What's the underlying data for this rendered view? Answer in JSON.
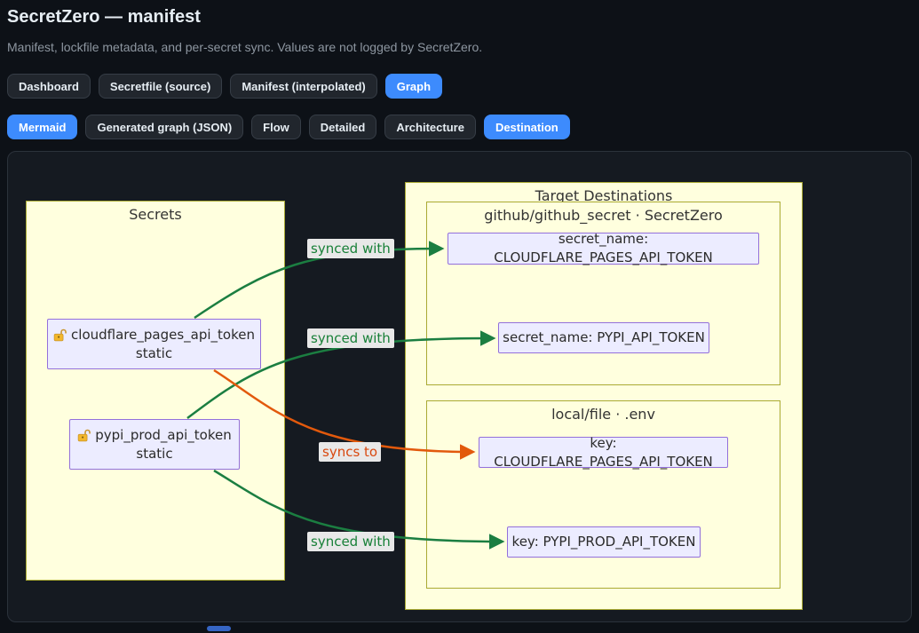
{
  "header": {
    "title": "SecretZero — manifest",
    "subtitle": "Manifest, lockfile metadata, and per-secret sync. Values are not logged by SecretZero."
  },
  "primary_tabs": {
    "dashboard": "Dashboard",
    "secretfile": "Secretfile (source)",
    "manifest": "Manifest (interpolated)",
    "graph": "Graph"
  },
  "secondary_tabs": {
    "mermaid": "Mermaid",
    "generated_json": "Generated graph (JSON)",
    "flow": "Flow",
    "detailed": "Detailed",
    "architecture": "Architecture",
    "destination": "Destination"
  },
  "active_tabs": {
    "primary": "Graph",
    "secondary": [
      "Mermaid",
      "Destination"
    ]
  },
  "diagram": {
    "groups": {
      "secrets": {
        "title": "Secrets"
      },
      "targets": {
        "title": "Target Destinations"
      },
      "github": {
        "title": "github/github_secret · SecretZero"
      },
      "local": {
        "title": "local/file · .env"
      }
    },
    "nodes": {
      "cloudflare_secret": {
        "icon": "unlocked-padlock",
        "name": "cloudflare_pages_api_token",
        "type": "static"
      },
      "pypi_secret": {
        "icon": "unlocked-padlock",
        "name": "pypi_prod_api_token",
        "type": "static"
      },
      "github_cf": {
        "label": "secret_name: CLOUDFLARE_PAGES_API_TOKEN"
      },
      "github_pypi": {
        "label": "secret_name: PYPI_API_TOKEN"
      },
      "local_cf": {
        "label": "key: CLOUDFLARE_PAGES_API_TOKEN"
      },
      "local_pypi": {
        "label": "key: PYPI_PROD_API_TOKEN"
      }
    },
    "edges": [
      {
        "from": "cloudflare_pages_api_token",
        "to": "secret_name: CLOUDFLARE_PAGES_API_TOKEN",
        "label": "synced with",
        "color": "#1b7e41"
      },
      {
        "from": "pypi_prod_api_token",
        "to": "secret_name: PYPI_API_TOKEN",
        "label": "synced with",
        "color": "#1b7e41"
      },
      {
        "from": "cloudflare_pages_api_token",
        "to": "key: CLOUDFLARE_PAGES_API_TOKEN",
        "label": "syncs to",
        "color": "#e2590c"
      },
      {
        "from": "pypi_prod_api_token",
        "to": "key: PYPI_PROD_API_TOKEN",
        "label": "synced with",
        "color": "#1b7e41"
      }
    ],
    "colors": {
      "green_edge": "#1b7e41",
      "orange_edge": "#e2590c",
      "node_fill": "#ececff",
      "node_border": "#9370db",
      "group_fill": "#ffffde",
      "group_border": "#aaaa33",
      "accent_blue": "#3d8bfd"
    }
  }
}
